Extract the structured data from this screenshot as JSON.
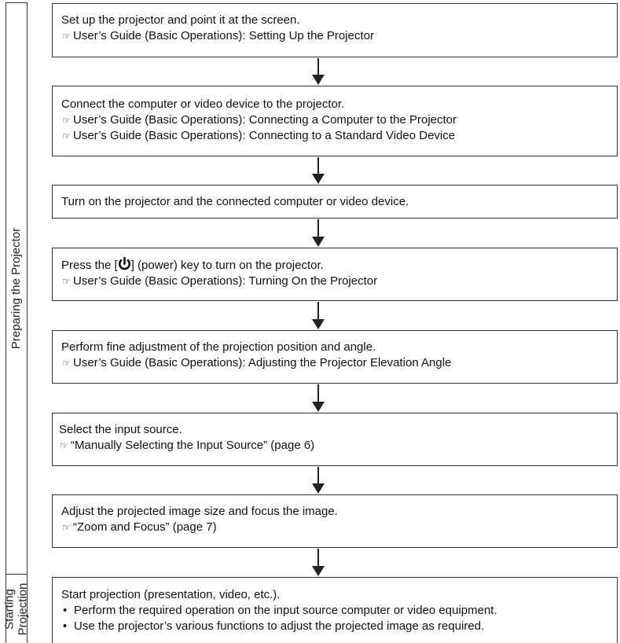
{
  "sidebar": {
    "preparing_label": "Preparing the Projector",
    "starting_label_line1": "Starting",
    "starting_label_line2": "Projection"
  },
  "steps": [
    {
      "main": "Set up the projector and point it at the screen.",
      "refs": [
        "User’s Guide (Basic Operations): Setting Up the Projector"
      ]
    },
    {
      "main": "Connect the computer or video device to the projector.",
      "refs": [
        "User’s Guide (Basic Operations): Connecting a Computer to the Projector",
        "User’s Guide (Basic Operations): Connecting to a Standard Video Device"
      ]
    },
    {
      "main": "Turn on the projector and the connected computer or video device.",
      "refs": []
    },
    {
      "main_before": "Press the [",
      "main_after": "] (power) key to turn on the projector.",
      "refs": [
        "User’s Guide (Basic Operations): Turning On the Projector"
      ]
    },
    {
      "main": "Perform fine adjustment of the projection position and angle.",
      "refs": [
        "User’s Guide (Basic Operations): Adjusting the Projector Elevation Angle"
      ]
    },
    {
      "main": "Select the input source.",
      "refs": [
        "“Manually Selecting the Input Source” (page 6)"
      ]
    },
    {
      "main": "Adjust the projected image size and focus the image.",
      "refs": [
        "“Zoom and Focus” (page 7)"
      ]
    },
    {
      "main": "Start projection (presentation, video, etc.).",
      "bullets": [
        "Perform the required operation on the input source computer or video equipment.",
        "Use the projector’s various functions to adjust the projected image as required."
      ]
    }
  ],
  "icons": {
    "reference": "pointing-hand-icon",
    "power": "power-icon",
    "bullet": "•"
  }
}
